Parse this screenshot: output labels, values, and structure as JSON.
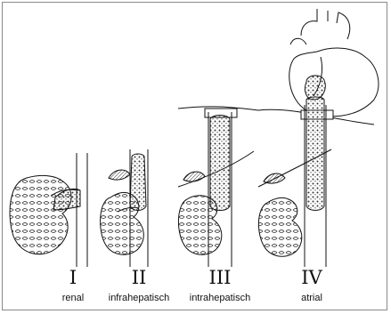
{
  "stages": [
    {
      "numeral": "I",
      "label": "renal"
    },
    {
      "numeral": "II",
      "label": "infrahepatisch"
    },
    {
      "numeral": "III",
      "label": "intrahepatisch"
    },
    {
      "numeral": "IV",
      "label": "atrial"
    }
  ],
  "colors": {
    "ink": "#111111",
    "frame": "#8a8a8a",
    "background": "#ffffff"
  }
}
